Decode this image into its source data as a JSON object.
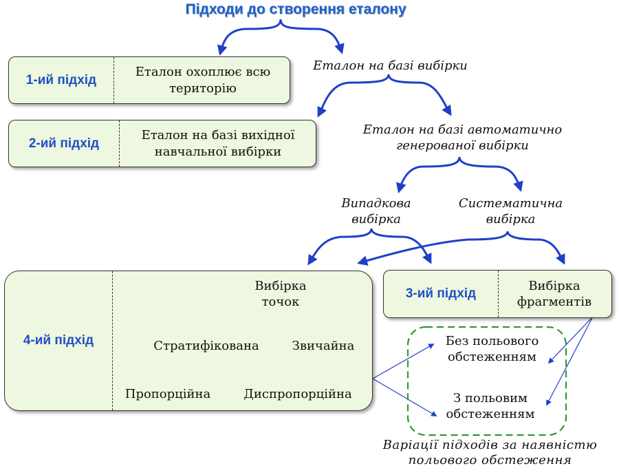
{
  "title": "Підходи до створення еталону",
  "approaches": {
    "a1": {
      "label": "1-ий підхід",
      "text": "Еталон охоплює всю територію"
    },
    "a2": {
      "label": "2-ий підхід",
      "text": "Еталон на базі вихідної навчальної вибірки"
    },
    "a3": {
      "label": "3-ий підхід",
      "text": "Вибірка фрагментів"
    },
    "a4": {
      "label": "4-ий підхід"
    }
  },
  "branches": {
    "sample_based": "Еталон на базі вибірки",
    "auto_generated": "Еталон на базі автоматично генерованої вибірки",
    "random": "Випадкова вибірка",
    "systematic": "Систематична вибірка"
  },
  "points_tree": {
    "root": "Вибірка точок",
    "stratified": "Стратифікована",
    "ordinary": "Звичайна",
    "proportional": "Пропорційна",
    "disproportional": "Диспропорційна"
  },
  "field_variations": {
    "without": "Без польового обстеженням",
    "with": "З польовим обстеженням",
    "caption": "Варіації підходів за наявністю польового обстеження"
  },
  "colors": {
    "accent": "#1f4fc8",
    "box_fill": "#eef7df",
    "dashed_green": "#2e9a2e"
  }
}
